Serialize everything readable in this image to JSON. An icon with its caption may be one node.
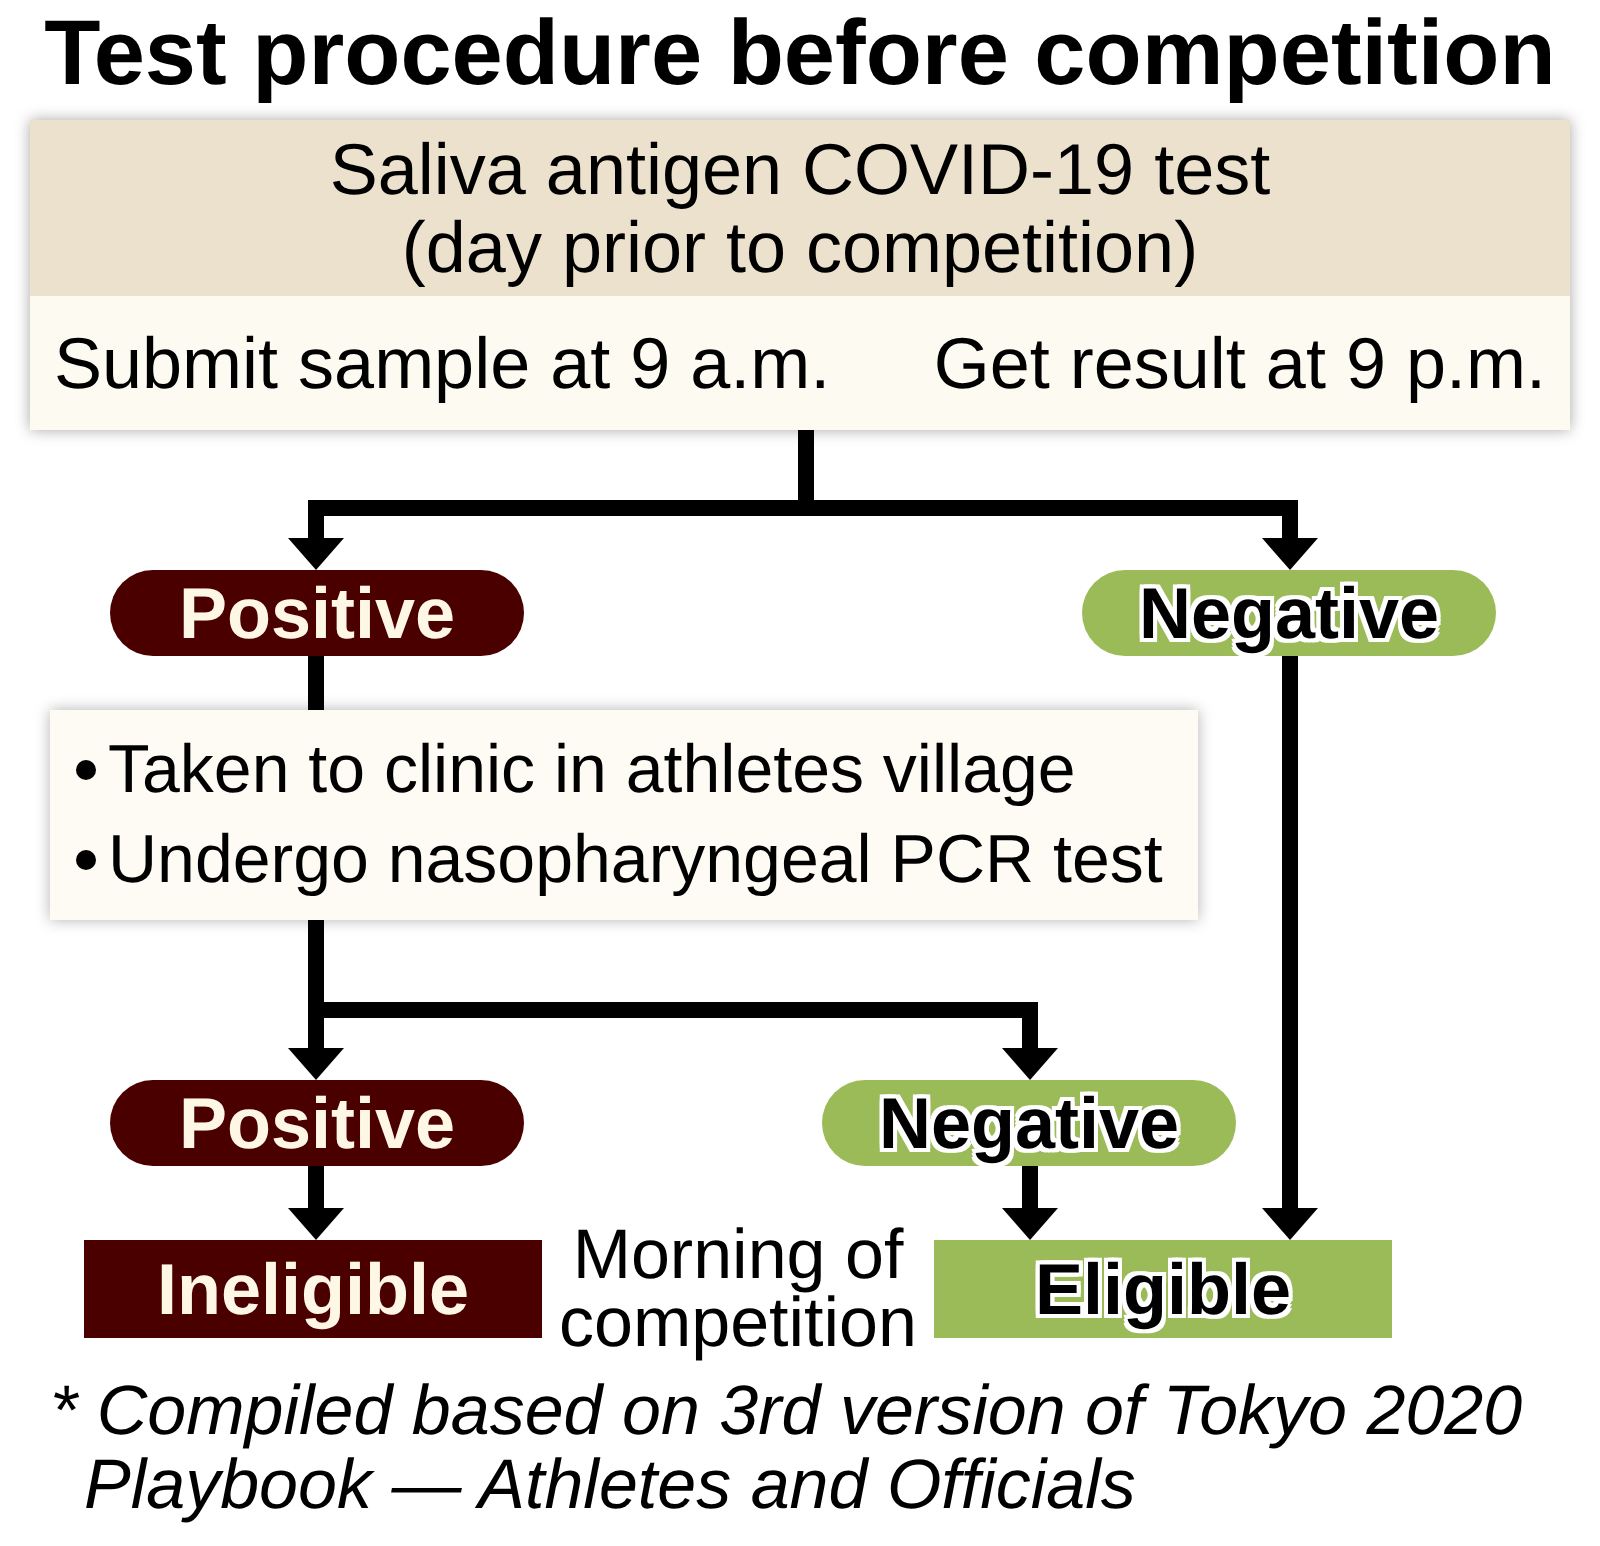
{
  "diagram": {
    "title": "Test procedure before competition",
    "caption": "* Compiled based on 3rd version of Tokyo 2020 Playbook — Athletes and Officials",
    "nodes": [
      {
        "text": [
          "Saliva antigen COVID-19 test",
          "(day prior to competition)",
          "Submit sample at 9 a.m.",
          "Get result at 9 p.m."
        ]
      },
      {
        "text": [
          "Positive"
        ]
      },
      {
        "text": [
          "Negative"
        ]
      },
      {
        "text": [
          "Taken to clinic in athletes village",
          "Undergo nasopharyngeal PCR test"
        ]
      },
      {
        "text": [
          "Positive"
        ]
      },
      {
        "text": [
          "Negative"
        ]
      },
      {
        "text": [
          "Ineligible"
        ]
      },
      {
        "text": [
          "Eligible"
        ]
      }
    ],
    "edges": [
      {
        "from": 0,
        "to": 1,
        "arrow": "to"
      },
      {
        "from": 0,
        "to": 2,
        "arrow": "to"
      },
      {
        "from": 1,
        "to": 3,
        "arrow": "none"
      },
      {
        "from": 3,
        "to": 4,
        "arrow": "to"
      },
      {
        "from": 3,
        "to": 5,
        "arrow": "to"
      },
      {
        "from": 4,
        "to": 6,
        "arrow": "to"
      },
      {
        "from": 5,
        "to": 7,
        "arrow": "to"
      },
      {
        "from": 2,
        "to": 7,
        "arrow": "to"
      }
    ],
    "labels": [
      "Morning of competition"
    ]
  }
}
